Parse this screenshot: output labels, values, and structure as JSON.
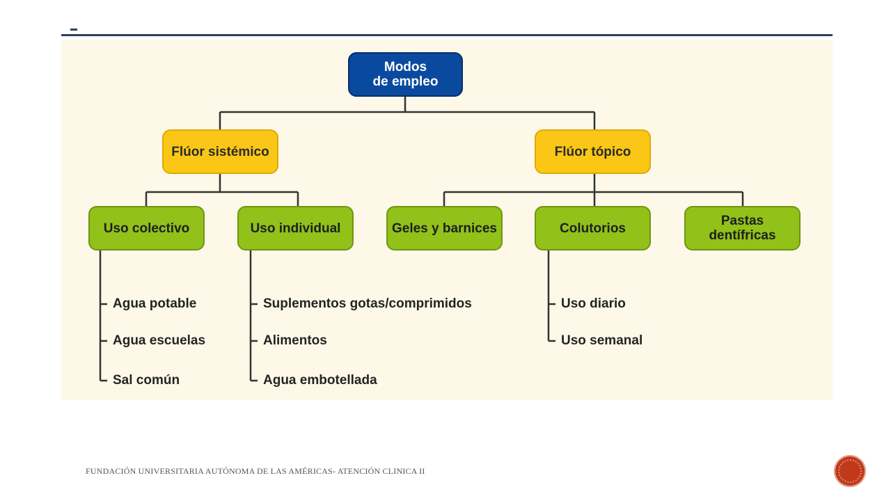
{
  "diagram": {
    "root": "Modos\nde empleo",
    "branches": [
      {
        "label": "Flúor sistémico",
        "children": [
          {
            "label": "Uso colectivo",
            "items": [
              "Agua potable",
              "Agua escuelas",
              "Sal común"
            ]
          },
          {
            "label": "Uso individual",
            "items": [
              "Suplementos gotas/comprimidos",
              "Alimentos",
              "Agua embotellada"
            ]
          }
        ]
      },
      {
        "label": "Flúor tópico",
        "children": [
          {
            "label": "Geles y barnices",
            "items": []
          },
          {
            "label": "Colutorios",
            "items": [
              "Uso diario",
              "Uso semanal"
            ]
          },
          {
            "label": "Pastas\ndentífricas",
            "items": []
          }
        ]
      }
    ]
  },
  "footer": {
    "text": "FUNDACIÓN UNIVERSITARIA AUTÓNOMA DE LAS AMÉRICAS- ATENCIÓN CLINICA II"
  },
  "colors": {
    "root": "#0a4a9e",
    "mid": "#fbc716",
    "leaf": "#92c11a",
    "background": "#fdf8e8",
    "badge": "#c0391b"
  }
}
